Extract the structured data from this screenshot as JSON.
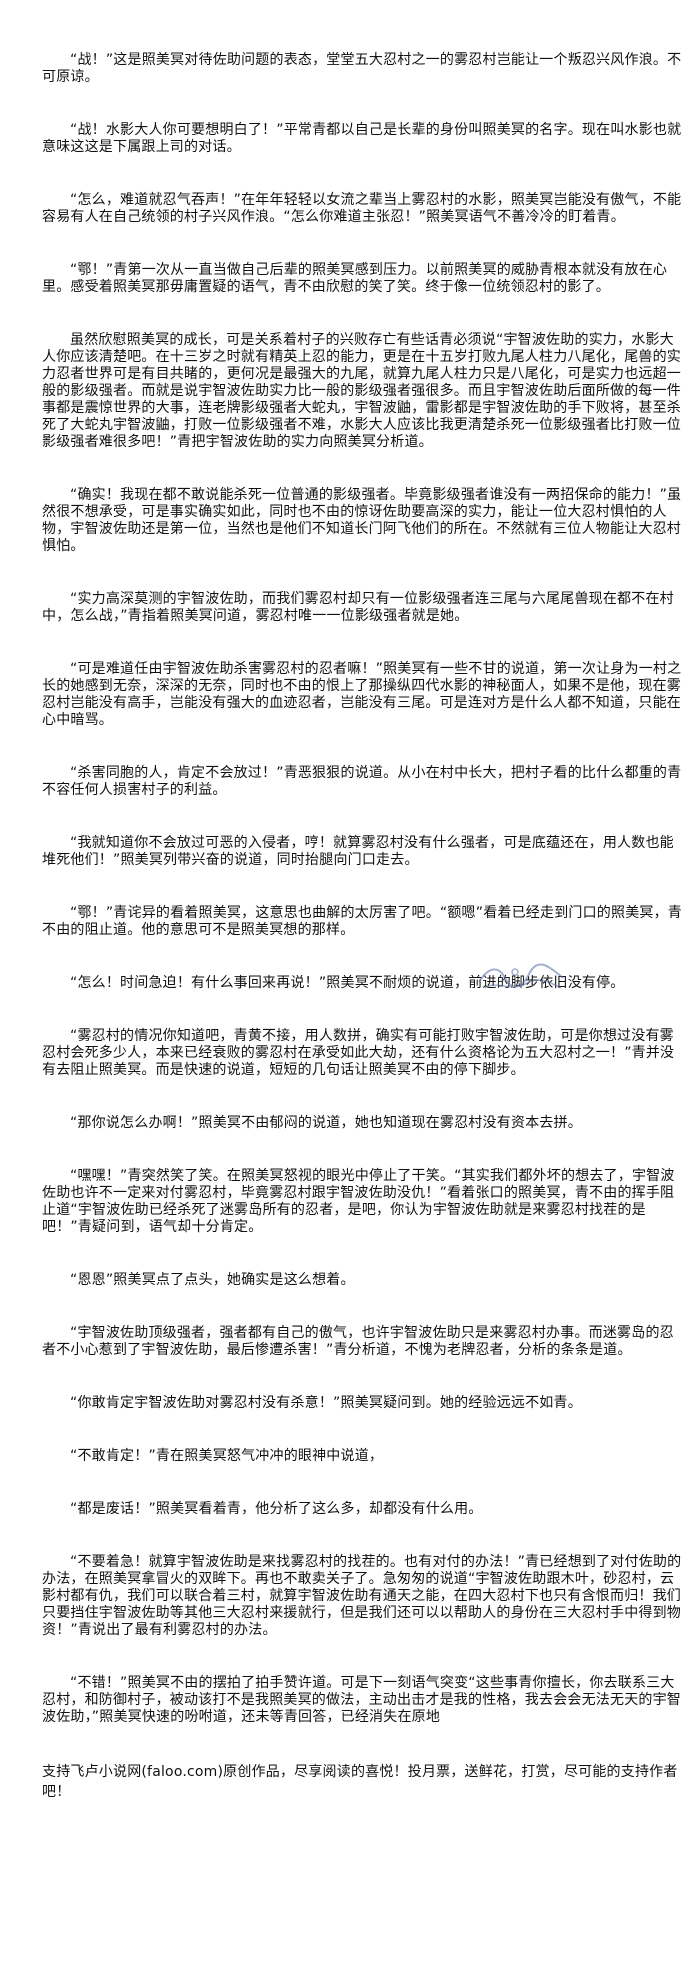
{
  "paragraphs": [
    "“战！”这是照美冥对待佐助问题的表态，堂堂五大忍村之一的雾忍村岂能让一个叛忍兴风作浪。不可原谅。",
    "“战！水影大人你可要想明白了！”平常青都以自己是长辈的身份叫照美冥的名字。现在叫水影也就意味这这是下属跟上司的对话。",
    "“怎么，难道就忍气吞声！”在年年轻轻以女流之辈当上雾忍村的水影，照美冥岂能没有傲气，不能容易有人在自己统领的村子兴风作浪。“怎么你难道主张忍！”照美冥语气不善冷冷的盯着青。",
    "“鄂！”青第一次从一直当做自己后辈的照美冥感到压力。以前照美冥的威胁青根本就没有放在心里。感受着照美冥那毋庸置疑的语气，青不由欣慰的笑了笑。终于像一位统领忍村的影了。",
    "虽然欣慰照美冥的成长，可是关系着村子的兴败存亡有些话青必须说“宇智波佐助的实力，水影大人你应该清楚吧。在十三岁之时就有精英上忍的能力，更是在十五岁打败九尾人柱力八尾化，尾兽的实力忍者世界可是有目共睹的，更何况是最强大的九尾，就算九尾人柱力只是八尾化，可是实力也远超一般的影级强者。而就是说宇智波佐助实力比一般的影级强者强很多。而且宇智波佐助后面所做的每一件事都是震惊世界的大事，连老牌影级强者大蛇丸，宇智波鼬，雷影都是宇智波佐助的手下败将，甚至杀死了大蛇丸宇智波鼬，打败一位影级强者不难，水影大人应该比我更清楚杀死一位影级强者比打败一位影级强者难很多吧！”青把宇智波佐助的实力向照美冥分析道。",
    "“确实！我现在都不敢说能杀死一位普通的影级强者。毕竟影级强者谁没有一两招保命的能力！”虽然很不想承受，可是事实确实如此，同时也不由的惊讶佐助要高深的实力，能让一位大忍村惧怕的人物，宇智波佐助还是第一位，当然也是他们不知道长门阿飞他们的所在。不然就有三位人物能让大忍村惧怕。",
    "“实力高深莫测的宇智波佐助，而我们雾忍村却只有一位影级强者连三尾与六尾尾兽现在都不在村中，怎么战，”青指着照美冥问道，雾忍村唯一一位影级强者就是她。",
    "“可是难道任由宇智波佐助杀害雾忍村的忍者嘛！”照美冥有一些不甘的说道，第一次让身为一村之长的她感到无奈，深深的无奈，同时也不由的恨上了那操纵四代水影的神秘面人，如果不是他，现在雾忍村岂能没有高手，岂能没有强大的血迹忍者，岂能没有三尾。可是连对方是什么人都不知道，只能在心中暗骂。",
    "“杀害同胞的人，肯定不会放过！”青恶狠狠的说道。从小在村中长大，把村子看的比什么都重的青不容任何人损害村子的利益。",
    "“我就知道你不会放过可恶的入侵者，哼！就算雾忍村没有什么强者，可是底蕴还在，用人数也能堆死他们！”照美冥列带兴奋的说道，同时抬腿向门口走去。",
    "“鄂！”青诧异的看着照美冥，这意思也曲解的太厉害了吧。“额嗯”看着已经走到门口的照美冥，青不由的阻止道。他的意思可不是照美冥想的那样。",
    "“怎么！时间急迫！有什么事回来再说！”照美冥不耐烦的说道，前进的脚步依旧没有停。",
    "“雾忍村的情况你知道吧，青黄不接，用人数拼，确实有可能打败宇智波佐助，可是你想过没有雾忍村会死多少人，本来已经衰败的雾忍村在承受如此大劫，还有什么资格论为五大忍村之一！”青并没有去阻止照美冥。而是快速的说道，短短的几句话让照美冥不由的停下脚步。",
    "“那你说怎么办啊！”照美冥不由郁闷的说道，她也知道现在雾忍村没有资本去拼。",
    "“嘿嘿！”青突然笑了笑。在照美冥怒视的眼光中停止了干笑。“其实我们都外坏的想去了，宇智波佐助也许不一定来对付雾忍村，毕竟雾忍村跟宇智波佐助没仇！”看着张口的照美冥，青不由的挥手阻止道“宇智波佐助已经杀死了迷雾岛所有的忍者，是吧，你认为宇智波佐助就是来雾忍村找茬的是吧！”青疑问到，语气却十分肯定。",
    "“恩恩”照美冥点了点头，她确实是这么想着。",
    "“宇智波佐助顶级强者，强者都有自己的傲气，也许宇智波佐助只是来雾忍村办事。而迷雾岛的忍者不小心惹到了宇智波佐助，最后惨遭杀害！”青分析道，不愧为老牌忍者，分析的条条是道。",
    "“你敢肯定宇智波佐助对雾忍村没有杀意！”照美冥疑问到。她的经验远远不如青。",
    "“不敢肯定！”青在照美冥怒气冲冲的眼神中说道，",
    "“都是废话！”照美冥看着青，他分析了这么多，却都没有什么用。",
    "“不要着急！就算宇智波佐助是来找雾忍村的找茬的。也有对付的办法！”青已经想到了对付佐助的办法，在照美冥拿冒火的双眸下。再也不敢卖关子了。急匆匆的说道“宇智波佐助跟木叶，砂忍村，云影村都有仇，我们可以联合着三村，就算宇智波佐助有通天之能，在四大忍村下也只有含恨而归！我们只要挡住宇智波佐助等其他三大忍村来援就行，但是我们还可以以帮助人的身份在三大忍村手中得到物资！”青说出了最有利雾忍村的办法。",
    "“不错！”照美冥不由的摆拍了拍手赞许道。可是下一刻语气突变“这些事青你擅长，你去联系三大忍村，和防御村子，被动该打不是我照美冥的做法，主动出击才是我的性格，我去会会无法无天的宇智波佐助，”照美冥快速的吩咐道，还未等青回答，已经消失在原地"
  ],
  "footer": "支持飞卢小说网(faloo.com)原创作品，尽享阅读的喜悦！投月票，送鲜花，打赏，尽可能的支持作者吧！",
  "colors": {
    "text": "#111111",
    "background": "#ffffff",
    "watermark": "#5b6fa8"
  }
}
